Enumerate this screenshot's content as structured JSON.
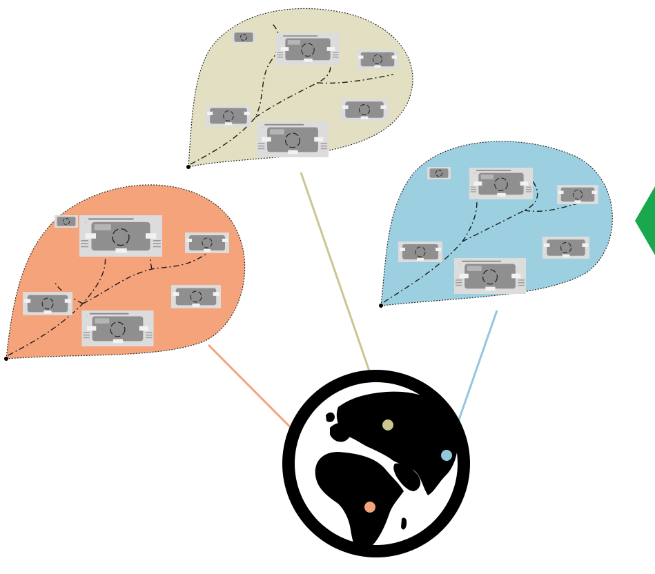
{
  "colors": {
    "orange_bubble": "#f4a37b",
    "khaki_bubble": "#e3dfc3",
    "blue_bubble": "#9ccfe0",
    "orange_line": "#f4a37b",
    "khaki_line": "#c9c690",
    "blue_line": "#93c7dc",
    "globe": "#000000",
    "card_bg": "#d9d9d9",
    "card_box": "#8f8f8f",
    "arrow": "#1aa84f"
  },
  "bubbles": [
    {
      "name": "orange",
      "theme": "orange_bubble",
      "line_color": "orange_line",
      "globe_point": "africa"
    },
    {
      "name": "khaki",
      "theme": "khaki_bubble",
      "line_color": "khaki_line",
      "globe_point": "europe"
    },
    {
      "name": "blue",
      "theme": "blue_bubble",
      "line_color": "blue_line",
      "globe_point": "east-asia"
    }
  ],
  "icons": [
    "globe-icon",
    "dashed-tree-icon",
    "cycle-diagram-icon",
    "arrow-icon"
  ]
}
